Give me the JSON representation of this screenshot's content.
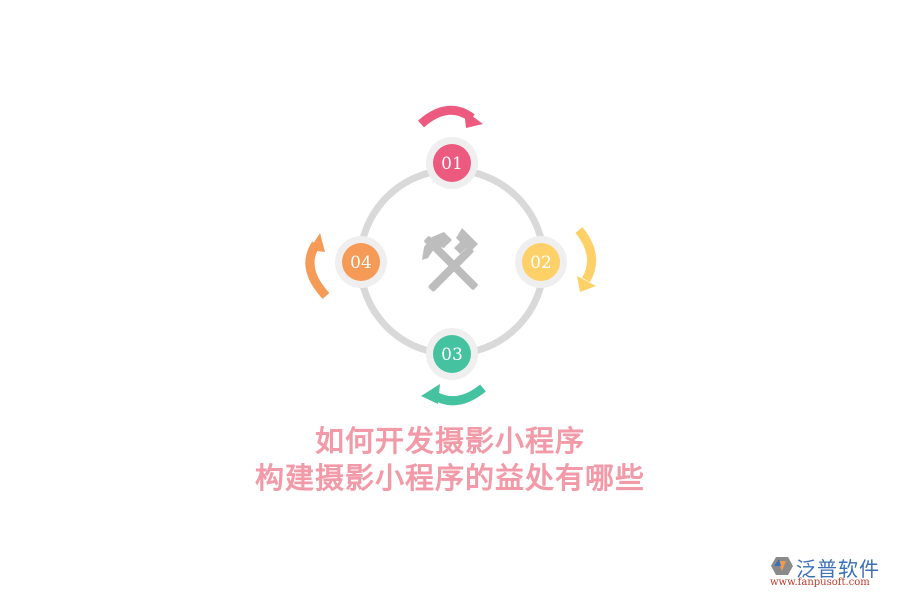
{
  "diagram": {
    "type": "cycle",
    "center_icon": "crossed-hammers-icon",
    "ring_color": "#d9d9d9",
    "node_halo_color": "#efefef",
    "icon_color": "#bdbdbd",
    "nodes": [
      {
        "label": "01",
        "color": "#ec5b7f",
        "position": "top"
      },
      {
        "label": "02",
        "color": "#fdd068",
        "position": "right"
      },
      {
        "label": "03",
        "color": "#45c3a1",
        "position": "bottom"
      },
      {
        "label": "04",
        "color": "#f59a57",
        "position": "left"
      }
    ],
    "arrows": [
      {
        "near": "01",
        "direction": "clockwise",
        "color": "#ec5b7f"
      },
      {
        "near": "02",
        "direction": "clockwise",
        "color": "#fdd068"
      },
      {
        "near": "03",
        "direction": "clockwise",
        "color": "#45c3a1"
      },
      {
        "near": "04",
        "direction": "clockwise",
        "color": "#f59a57"
      }
    ]
  },
  "title": {
    "line1": "如何开发摄影小程序",
    "line2": "构建摄影小程序的益处有哪些",
    "color": "#f29aa8"
  },
  "logo": {
    "name": "泛普软件",
    "url": "www.fanpusoft.com"
  }
}
